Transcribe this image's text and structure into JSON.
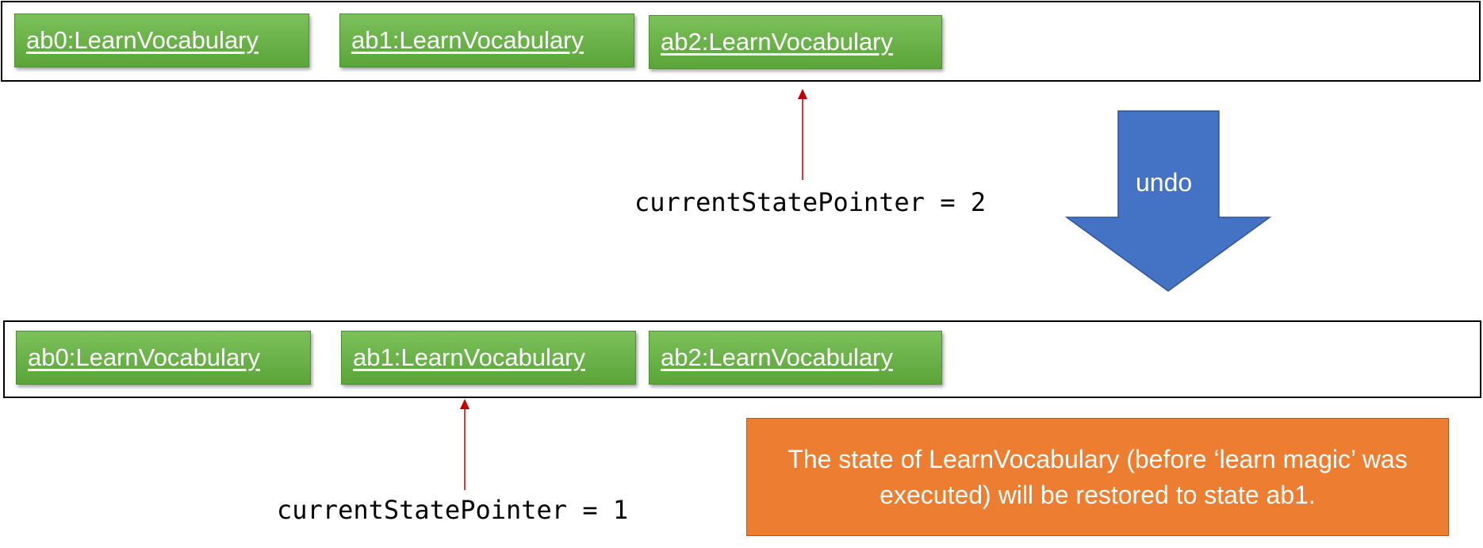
{
  "before": {
    "states": [
      "ab0:LearnVocabulary",
      "ab1:LearnVocabulary",
      "ab2:LearnVocabulary"
    ],
    "pointer_label": "currentStatePointer = 2"
  },
  "action": {
    "label": "undo"
  },
  "after": {
    "states": [
      "ab0:LearnVocabulary",
      "ab1:LearnVocabulary",
      "ab2:LearnVocabulary"
    ],
    "pointer_label": "currentStatePointer = 1"
  },
  "note": "The state of LearnVocabulary (before ‘learn magic’ was executed) will be restored to state ab1.",
  "colors": {
    "state_box": "#6ab04c",
    "undo_arrow": "#4472c4",
    "note_box": "#ed7d31",
    "pointer_arrow": "#c00000"
  }
}
